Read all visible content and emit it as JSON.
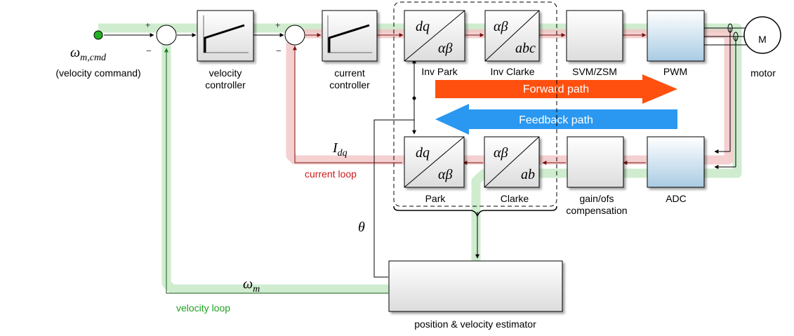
{
  "inputs": {
    "omega_cmd_main": "ω",
    "omega_cmd_sub": "m,cmd",
    "velocity_command": "(velocity command)"
  },
  "sum_signs": {
    "plus1": "+",
    "minus1": "−",
    "plus2": "+",
    "minus2": "−"
  },
  "blocks": {
    "velocity_controller": [
      "velocity",
      "controller"
    ],
    "current_controller": [
      "current",
      "controller"
    ],
    "inv_park": {
      "label": "Inv Park",
      "top": "dq",
      "bottom": "αβ"
    },
    "inv_clarke": {
      "label": "Inv Clarke",
      "top": "αβ",
      "bottom": "abc"
    },
    "svm": "SVM/ZSM",
    "pwm": "PWM",
    "motor": {
      "symbol": "M",
      "label": "motor"
    },
    "park": {
      "label": "Park",
      "top": "dq",
      "bottom": "αβ"
    },
    "clarke": {
      "label": "Clarke",
      "top": "αβ",
      "bottom": "ab"
    },
    "gain_ofs": [
      "gain/ofs",
      "compensation"
    ],
    "adc": "ADC",
    "estimator": "position & velocity estimator"
  },
  "paths": {
    "forward": "Forward path",
    "feedback": "Feedback path",
    "forward_color": "#ff5010",
    "feedback_color": "#2a98f0"
  },
  "signals": {
    "idq_main": "I",
    "idq_sub": "dq",
    "theta": "θ",
    "omega_m_main": "ω",
    "omega_m_sub": "m"
  },
  "loops": {
    "current_loop": "current loop",
    "current_color": "#cc1a1a",
    "velocity_loop": "velocity loop",
    "velocity_color": "#22a022"
  }
}
